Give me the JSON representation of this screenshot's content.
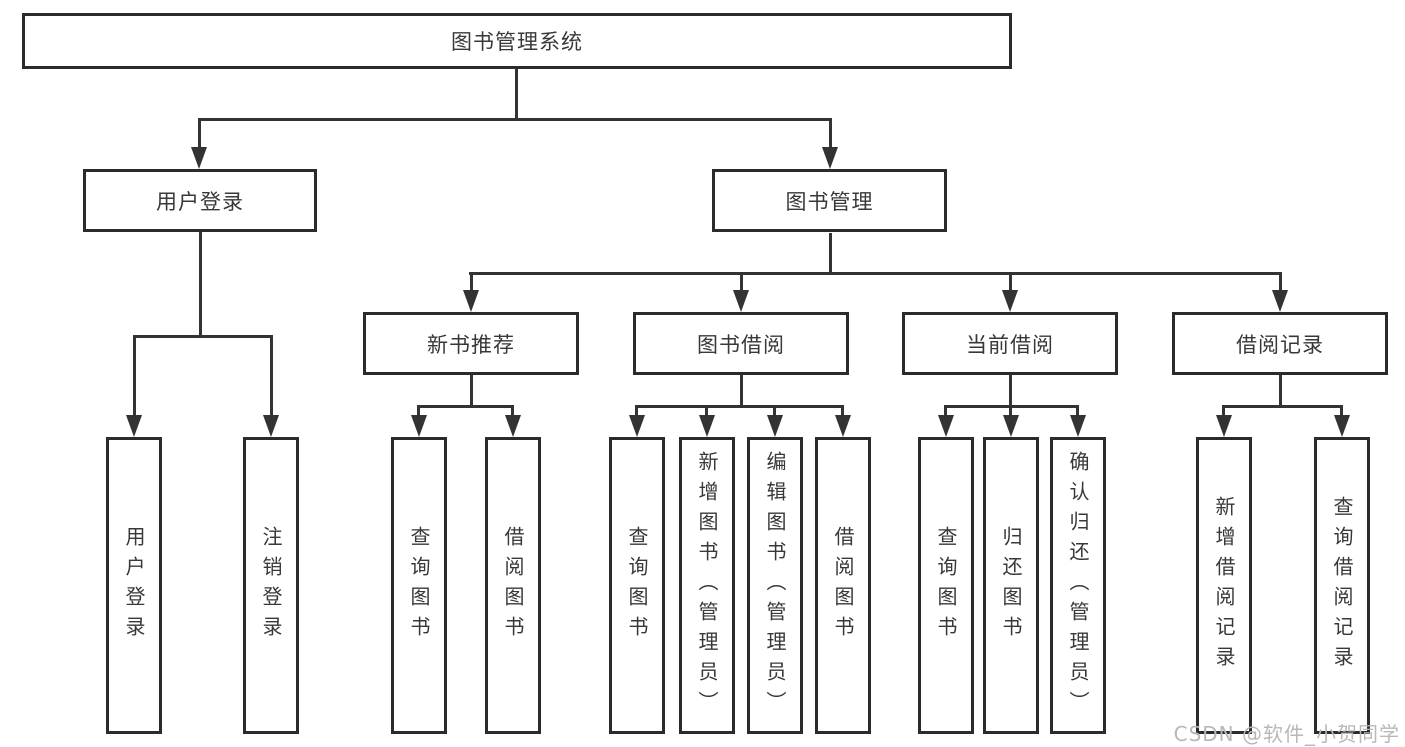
{
  "diagram": {
    "title": "图书管理系统",
    "branches": [
      {
        "label": "用户登录",
        "children": [
          {
            "label": "用户登录"
          },
          {
            "label": "注销登录"
          }
        ]
      },
      {
        "label": "图书管理",
        "sections": [
          {
            "label": "新书推荐",
            "children": [
              {
                "label": "查询图书"
              },
              {
                "label": "借阅图书"
              }
            ]
          },
          {
            "label": "图书借阅",
            "children": [
              {
                "label": "查询图书"
              },
              {
                "label": "新增图书（管理员）"
              },
              {
                "label": "编辑图书（管理员）"
              },
              {
                "label": "借阅图书"
              }
            ]
          },
          {
            "label": "当前借阅",
            "children": [
              {
                "label": "查询图书"
              },
              {
                "label": "归还图书"
              },
              {
                "label": "确认归还（管理员）"
              }
            ]
          },
          {
            "label": "借阅记录",
            "children": [
              {
                "label": "新增借阅记录"
              },
              {
                "label": "查询借阅记录"
              }
            ]
          }
        ]
      }
    ]
  },
  "watermark": "CSDN @软件_小贺同学",
  "colors": {
    "line": "#333333",
    "border": "#2b2b2b",
    "text": "#383838",
    "watermark": "#b8b8b8",
    "background": "#ffffff"
  }
}
